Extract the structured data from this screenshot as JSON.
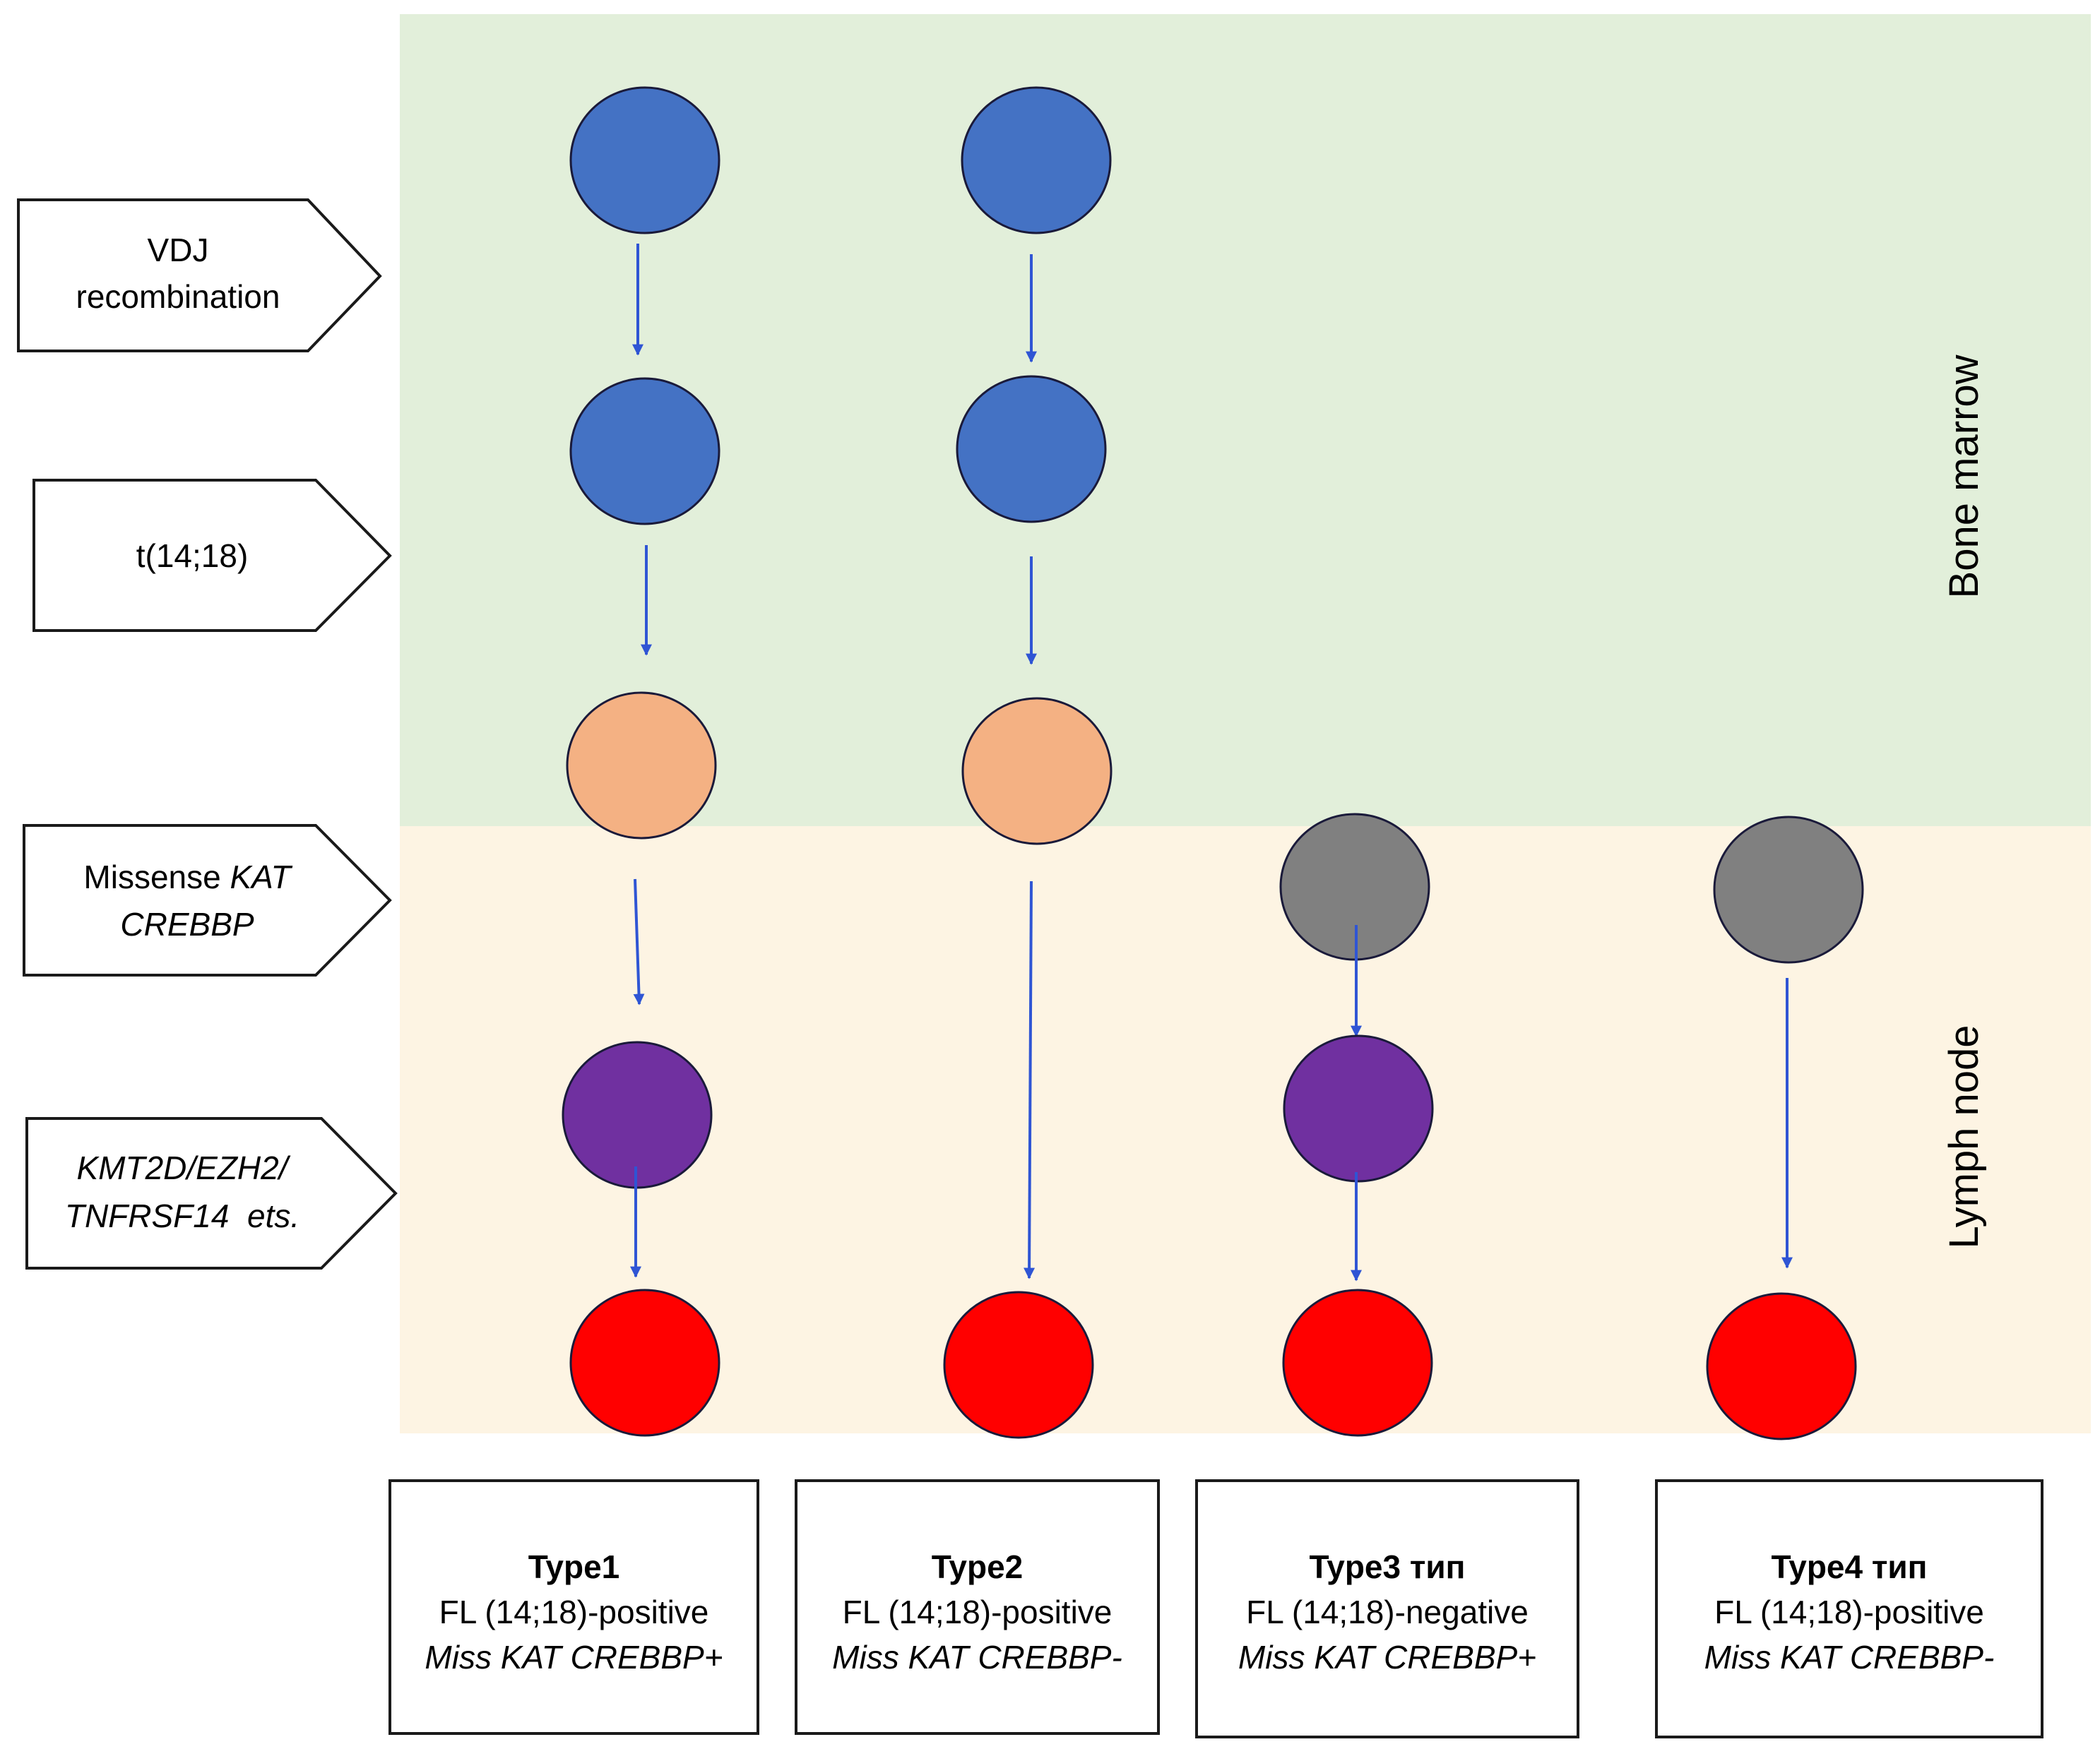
{
  "regions": {
    "bone_marrow": {
      "label": "Bone marrow",
      "color": "#e2efda"
    },
    "lymph_node": {
      "label": "Lymph node",
      "color": "#fdf4e3"
    }
  },
  "steps": [
    {
      "lines": [
        {
          "text": "VDJ",
          "italic": false
        },
        {
          "text": "recombination",
          "italic": false
        }
      ]
    },
    {
      "lines": [
        {
          "text": "t(14;18)",
          "italic": false
        }
      ]
    },
    {
      "lines": [
        {
          "text": "Missense ",
          "italic": false,
          "join_next": "KAT"
        },
        {
          "text": "CREBBP",
          "italic": true
        }
      ]
    },
    {
      "lines": [
        {
          "text": "KMT2D/EZH2/",
          "italic": true
        },
        {
          "text": "TNFRSF14  ets.",
          "italic": true
        }
      ]
    }
  ],
  "step_labels": {
    "vdj_line1": "VDJ",
    "vdj_line2": "recombination",
    "t1418": "t(14;18)",
    "missense_plain": "Missense ",
    "missense_italic": "KAT",
    "missense_line2": "CREBBP",
    "kmt_line1": "KMT2D/EZH2/",
    "kmt_line2": "TNFRSF14  ets."
  },
  "colors": {
    "precursor": "#4472c4",
    "translocated": "#f4b183",
    "no_translocation": "#808080",
    "mutated": "#7030a0",
    "lymphoma": "#ff0000",
    "arrow": "#2f55d4",
    "outline": "#1a1a3a"
  },
  "types": [
    {
      "title": "Type1",
      "line2": "FL (14;18)-positive",
      "line3": "Miss KAT CREBBP+"
    },
    {
      "title": "Type2",
      "line2": "FL (14;18)-positive",
      "line3": "Miss KAT CREBBP-"
    },
    {
      "title": "Type3 тип",
      "line2": "FL (14;18)-negative",
      "line3": "Miss KAT CREBBP+"
    },
    {
      "title": "Type4 тип",
      "line2": "FL (14;18)-positive",
      "line3": "Miss KAT CREBBP-"
    }
  ]
}
